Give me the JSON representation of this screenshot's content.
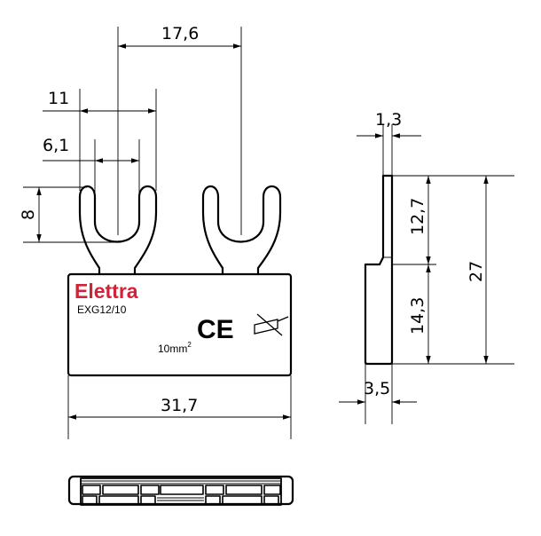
{
  "front_view": {
    "brand": "Elettra",
    "model": "EXG12/10",
    "cross_section": "10mm",
    "cross_section_sup": "2",
    "ce_mark": "CE",
    "brand_color": "#d0233a",
    "dimensions": {
      "pitch": "17,6",
      "fork_width": "11",
      "slot_width": "6,1",
      "slot_depth": "8",
      "overall_width": "31,7"
    }
  },
  "side_view": {
    "dimensions": {
      "tab_thickness": "1,3",
      "tab_height": "12,7",
      "overall_height": "27",
      "body_height": "14,3",
      "body_thickness": "3,5"
    }
  }
}
